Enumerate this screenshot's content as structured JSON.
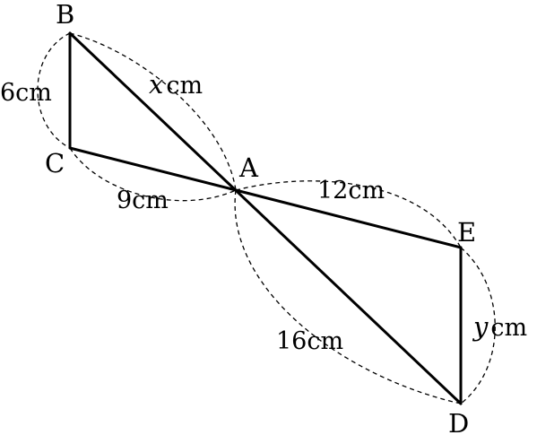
{
  "points": {
    "A": "A",
    "B": "B",
    "C": "C",
    "D": "D",
    "E": "E"
  },
  "measurements": {
    "BC": "6cm",
    "CA": "9cm",
    "AE": "12cm",
    "AD": "16cm",
    "AB": {
      "variable": "x",
      "unit": "cm"
    },
    "ED": {
      "variable": "y",
      "unit": "cm"
    }
  }
}
